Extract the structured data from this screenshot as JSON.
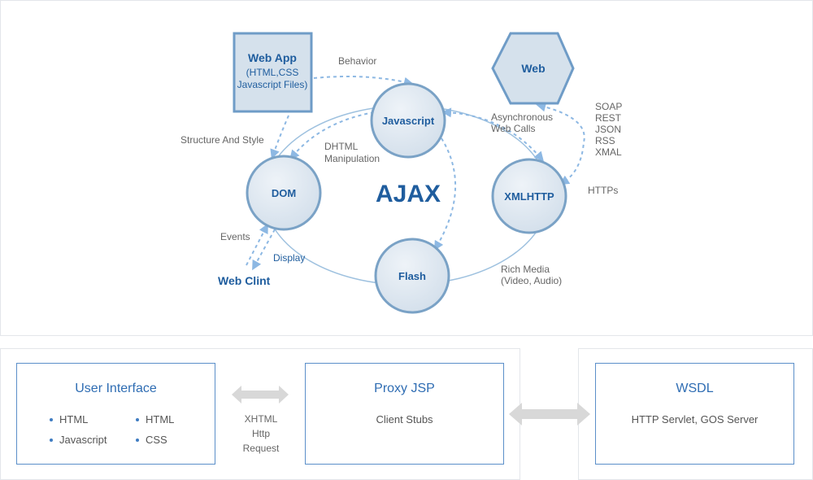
{
  "diagram": {
    "center_label": "AJAX",
    "web_app": {
      "title": "Web App",
      "line1": "(HTML,CSS",
      "line2": "Javascript Files)"
    },
    "web": "Web",
    "nodes": {
      "javascript": "Javascript",
      "dom": "DOM",
      "xmlhttp": "XMLHTTP",
      "flash": "Flash"
    },
    "web_client": "Web Clint",
    "labels": {
      "behavior": "Behavior",
      "structure": "Structure And Style",
      "dhtml_1": "DHTML",
      "dhtml_2": "Manipulation",
      "async_1": "Asynchronous",
      "async_2": "Web Calls",
      "formats": [
        "SOAP",
        "REST",
        "JSON",
        "RSS",
        "XMAL"
      ],
      "https": "HTTPs",
      "events": "Events",
      "display": "Display",
      "rich_1": "Rich Media",
      "rich_2": "(Video, Audio)"
    }
  },
  "bottom": {
    "user_interface": {
      "title": "User Interface",
      "items": [
        "HTML",
        "HTML",
        "Javascript",
        "CSS"
      ]
    },
    "xhtml": [
      "XHTML",
      "Http",
      "Request"
    ],
    "proxy": {
      "title": "Proxy JSP",
      "text": "Client Stubs"
    },
    "wsdl": {
      "title": "WSDL",
      "text": "HTTP Servlet, GOS Server"
    }
  },
  "colors": {
    "node_fill": "#dbe4ee",
    "node_stroke": "#7aa2c6",
    "title_blue": "#1f5d9e",
    "dash_blue": "#8db8e3",
    "orbit": "#9ec1df",
    "arrow_gray": "#d8d8d8"
  }
}
